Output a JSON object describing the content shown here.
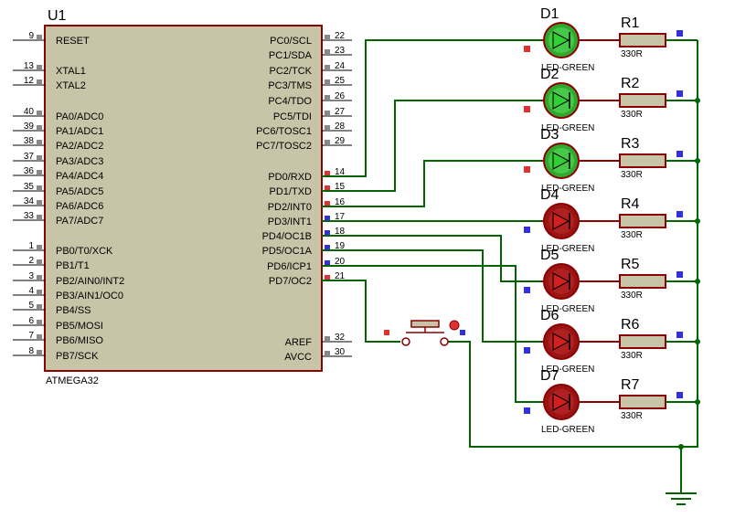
{
  "colors": {
    "wire": "#006400",
    "part_body": "#c8c4a8",
    "part_outline": "#8b0000",
    "led_on": "#1a8c1a",
    "led_off": "#8b0000",
    "pin_stub": "#888888",
    "pin_high": "#e03030",
    "pin_low": "#3030e0"
  },
  "mcu": {
    "ref": "U1",
    "part": "ATMEGA32",
    "left_pins": [
      {
        "num": "9",
        "name": "RESET"
      },
      {
        "num": "13",
        "name": "XTAL1"
      },
      {
        "num": "12",
        "name": "XTAL2"
      },
      {
        "num": "40",
        "name": "PA0/ADC0"
      },
      {
        "num": "39",
        "name": "PA1/ADC1"
      },
      {
        "num": "38",
        "name": "PA2/ADC2"
      },
      {
        "num": "37",
        "name": "PA3/ADC3"
      },
      {
        "num": "36",
        "name": "PA4/ADC4"
      },
      {
        "num": "35",
        "name": "PA5/ADC5"
      },
      {
        "num": "34",
        "name": "PA6/ADC6"
      },
      {
        "num": "33",
        "name": "PA7/ADC7"
      },
      {
        "num": "1",
        "name": "PB0/T0/XCK"
      },
      {
        "num": "2",
        "name": "PB1/T1"
      },
      {
        "num": "3",
        "name": "PB2/AIN0/INT2"
      },
      {
        "num": "4",
        "name": "PB3/AIN1/OC0"
      },
      {
        "num": "5",
        "name": "PB4/SS"
      },
      {
        "num": "6",
        "name": "PB5/MOSI"
      },
      {
        "num": "7",
        "name": "PB6/MISO"
      },
      {
        "num": "8",
        "name": "PB7/SCK"
      }
    ],
    "right_pins": [
      {
        "num": "22",
        "name": "PC0/SCL"
      },
      {
        "num": "23",
        "name": "PC1/SDA"
      },
      {
        "num": "24",
        "name": "PC2/TCK"
      },
      {
        "num": "25",
        "name": "PC3/TMS"
      },
      {
        "num": "26",
        "name": "PC4/TDO"
      },
      {
        "num": "27",
        "name": "PC5/TDI"
      },
      {
        "num": "28",
        "name": "PC6/TOSC1"
      },
      {
        "num": "29",
        "name": "PC7/TOSC2"
      },
      {
        "num": "14",
        "name": "PD0/RXD"
      },
      {
        "num": "15",
        "name": "PD1/TXD"
      },
      {
        "num": "16",
        "name": "PD2/INT0"
      },
      {
        "num": "17",
        "name": "PD3/INT1"
      },
      {
        "num": "18",
        "name": "PD4/OC1B"
      },
      {
        "num": "19",
        "name": "PD5/OC1A"
      },
      {
        "num": "20",
        "name": "PD6/ICP1"
      },
      {
        "num": "21",
        "name": "PD7/OC2"
      },
      {
        "num": "32",
        "name": "AREF"
      },
      {
        "num": "30",
        "name": "AVCC"
      }
    ]
  },
  "leds": [
    {
      "ref": "D1",
      "value": "LED-GREEN",
      "state": "on"
    },
    {
      "ref": "D2",
      "value": "LED-GREEN",
      "state": "on"
    },
    {
      "ref": "D3",
      "value": "LED-GREEN",
      "state": "on"
    },
    {
      "ref": "D4",
      "value": "LED-GREEN",
      "state": "off"
    },
    {
      "ref": "D5",
      "value": "LED-GREEN",
      "state": "off"
    },
    {
      "ref": "D6",
      "value": "LED-GREEN",
      "state": "off"
    },
    {
      "ref": "D7",
      "value": "LED-GREEN",
      "state": "off"
    }
  ],
  "resistors": [
    {
      "ref": "R1",
      "value": "330R"
    },
    {
      "ref": "R2",
      "value": "330R"
    },
    {
      "ref": "R3",
      "value": "330R"
    },
    {
      "ref": "R4",
      "value": "330R"
    },
    {
      "ref": "R5",
      "value": "330R"
    },
    {
      "ref": "R6",
      "value": "330R"
    },
    {
      "ref": "R7",
      "value": "330R"
    }
  ]
}
